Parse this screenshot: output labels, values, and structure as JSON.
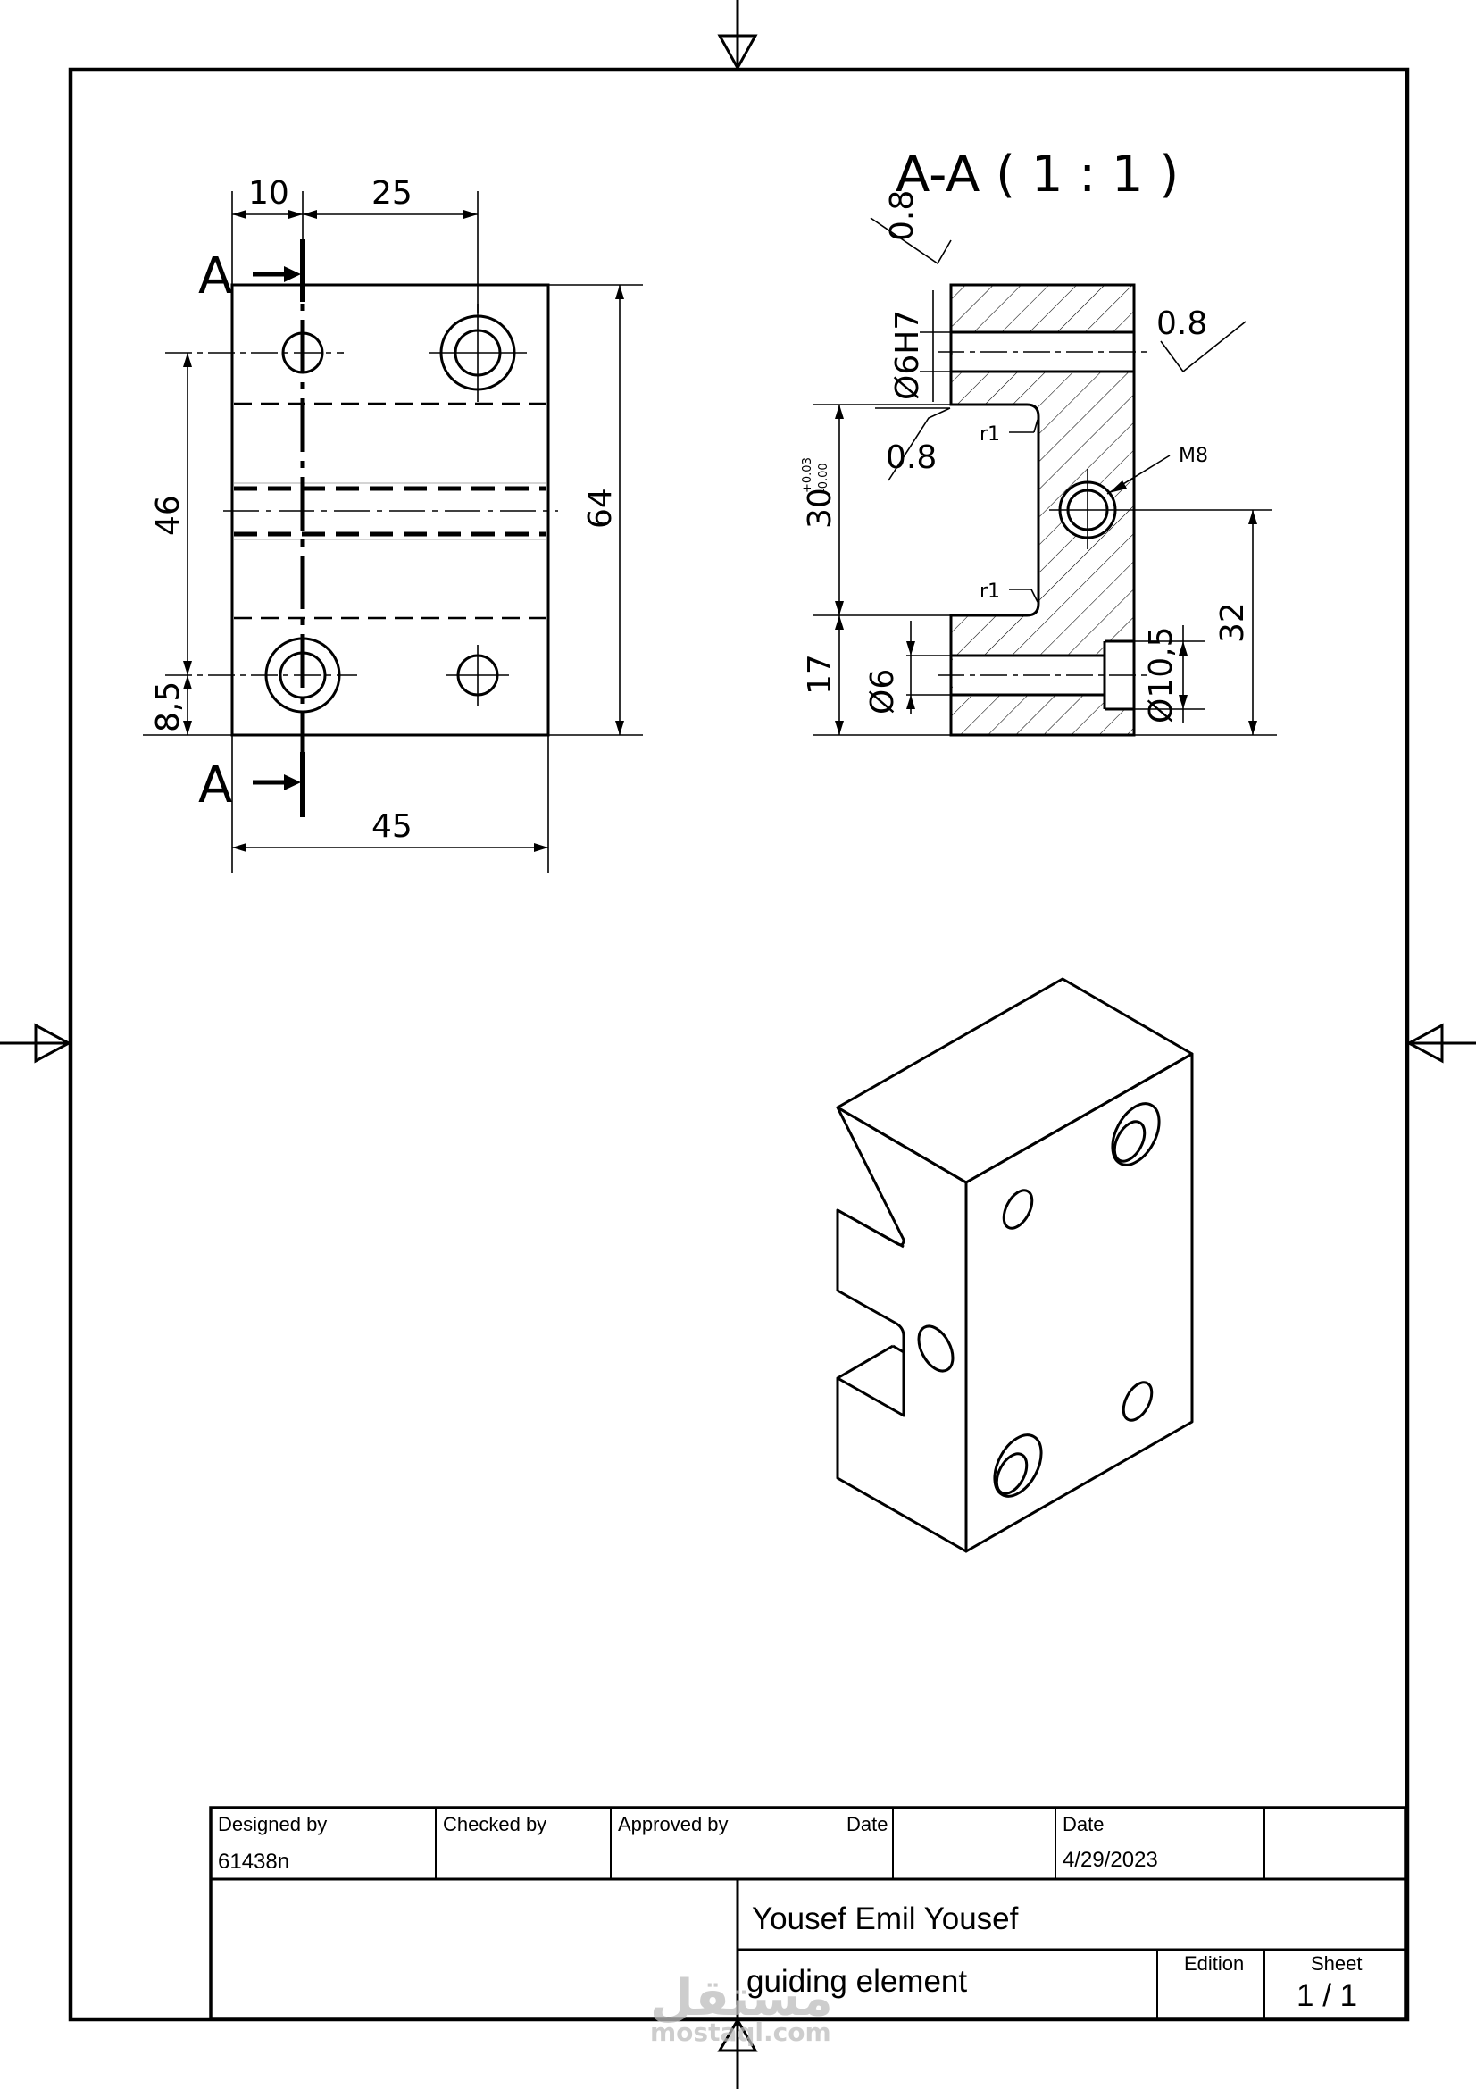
{
  "front_view": {
    "dims": {
      "d10": "10",
      "d25": "25",
      "d46": "46",
      "d64": "64",
      "d8_5": "8,5",
      "d45": "45"
    },
    "section_mark_top": "A",
    "section_mark_bottom": "A"
  },
  "section_view": {
    "title": "A-A ( 1 : 1 )",
    "dims": {
      "roughness_top": "0.8",
      "bore": "Ø6H7",
      "roughness_right": "0.8",
      "roughness_slot": "0.8",
      "slot_width": "30",
      "tol_upper": "+0.03",
      "tol_lower": "-0.00",
      "fillet_top": "r1",
      "fillet_bottom": "r1",
      "thread": "M8",
      "d17": "17",
      "bore_small": "Ø6",
      "counterbore": "Ø10,5",
      "d32": "32"
    }
  },
  "title_block": {
    "designed_by_label": "Designed by",
    "designed_by_value": "61438n",
    "checked_by_label": "Checked by",
    "approved_by_label": "Approved by",
    "date_label_1": "Date",
    "date_label_2": "Date",
    "date_value": "4/29/2023",
    "author": "Yousef Emil Yousef",
    "part_name": "guiding element",
    "edition_label": "Edition",
    "sheet_label": "Sheet",
    "sheet_value": "1 / 1"
  },
  "watermark": {
    "arabic": "مستقل",
    "latin": "mostaql.com"
  }
}
